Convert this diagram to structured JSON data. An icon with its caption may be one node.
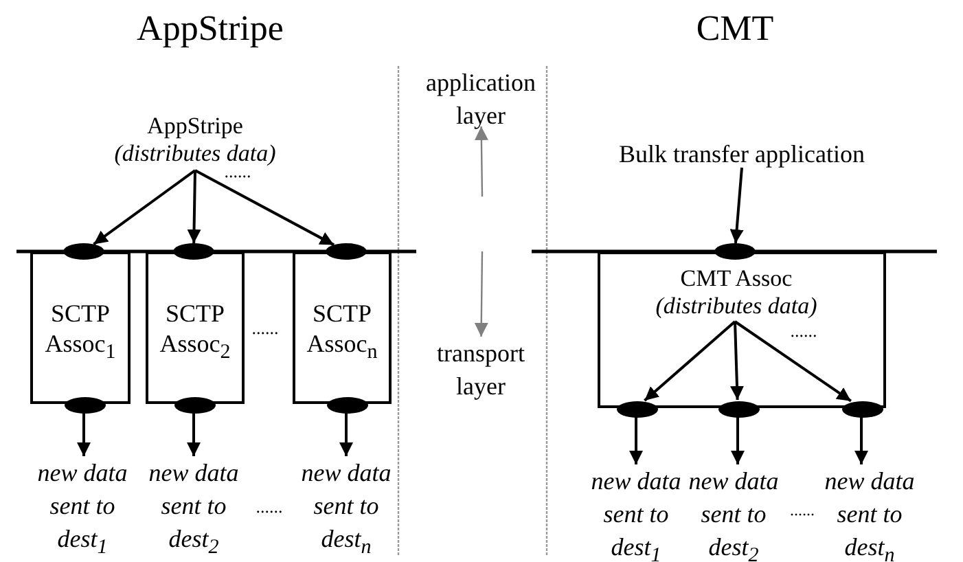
{
  "diagram": {
    "nodes": [
      {
        "text": [
          "AppStripe",
          "(distributes data)"
        ]
      },
      {
        "text": [],
        "shape": "ellipse"
      },
      {
        "text": [],
        "shape": "ellipse"
      },
      {
        "text": [],
        "shape": "ellipse"
      },
      {
        "text": [
          "SCTP Assoc$_{1}$"
        ]
      },
      {
        "text": [],
        "shape": "ellipse",
        "in": 4
      },
      {
        "text": [
          "SCTP Assoc$_{2}$"
        ]
      },
      {
        "text": [],
        "shape": "ellipse",
        "in": 6
      },
      {
        "text": [
          "SCTP Assoc$_{n}$"
        ]
      },
      {
        "text": [],
        "shape": "ellipse",
        "in": 8
      },
      {
        "text": [
          "new data sent to dest$_{1}$"
        ]
      },
      {
        "text": [
          "new data sent to dest$_{2}$"
        ]
      },
      {
        "text": [
          "new data sent to dest$_{n}$"
        ]
      },
      {
        "text": [
          "application layer"
        ]
      },
      {
        "text": [
          "transport layer"
        ]
      },
      {
        "text": [
          "Bulk transfer application"
        ]
      },
      {
        "text": [],
        "shape": "ellipse"
      },
      {
        "text": [],
        "shape": "box"
      },
      {
        "text": [
          "CMT Assoc",
          "(distributes data)"
        ],
        "in": 17
      },
      {
        "text": [],
        "shape": "ellipse",
        "in": 17
      },
      {
        "text": [],
        "shape": "ellipse",
        "in": 17
      },
      {
        "text": [],
        "shape": "ellipse",
        "in": 17
      },
      {
        "text": [
          "new data sent to dest$_{1}$"
        ]
      },
      {
        "text": [
          "new data sent to dest$_{2}$"
        ]
      },
      {
        "text": [
          "new data sent to dest$_{n}$"
        ]
      }
    ],
    "edges": [
      {
        "from": 0,
        "to": 1,
        "arrow": "to"
      },
      {
        "from": 0,
        "to": 2,
        "arrow": "to"
      },
      {
        "from": 0,
        "to": 3,
        "arrow": "to"
      },
      {
        "from": 5,
        "to": 10,
        "arrow": "to"
      },
      {
        "from": 7,
        "to": 11,
        "arrow": "to"
      },
      {
        "from": 9,
        "to": 12,
        "arrow": "to"
      },
      {
        "from": null,
        "to": 13,
        "arrow": "to",
        "color": "#808080"
      },
      {
        "from": null,
        "to": 14,
        "arrow": "to",
        "color": "#808080"
      },
      {
        "from": 15,
        "to": 16,
        "arrow": "to"
      },
      {
        "from": 18,
        "to": 19,
        "arrow": "to"
      },
      {
        "from": 18,
        "to": 20,
        "arrow": "to"
      },
      {
        "from": 18,
        "to": 21,
        "arrow": "to"
      },
      {
        "from": 19,
        "to": 22,
        "arrow": "to"
      },
      {
        "from": 20,
        "to": 23,
        "arrow": "to"
      },
      {
        "from": 21,
        "to": 24,
        "arrow": "to"
      }
    ],
    "labels": [
      "AppStripe",
      "CMT",
      "......",
      "......",
      "......",
      "......",
      "......"
    ]
  }
}
